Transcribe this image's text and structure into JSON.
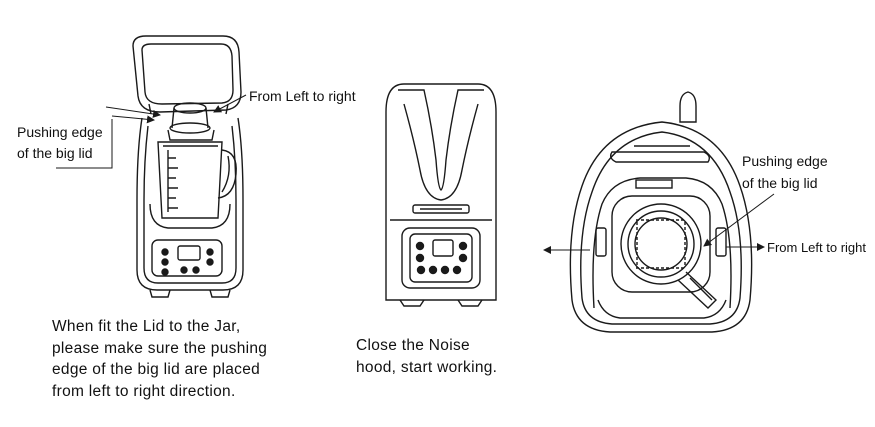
{
  "labels": {
    "left_direction": "From Left to right",
    "left_edge_line1": "Pushing edge",
    "left_edge_line2": "of the big lid",
    "right_edge_line1": "Pushing edge",
    "right_edge_line2": "of the big lid",
    "right_direction": "From Left to right"
  },
  "captions": {
    "fit_lid": [
      "When fit the Lid to the Jar,",
      "please make sure the pushing",
      "edge of the big lid are placed",
      "from left to right direction."
    ],
    "close_hood": [
      "Close the Noise",
      "hood, start working."
    ]
  },
  "colors": {
    "line": "#1a1a1a",
    "background": "#ffffff"
  }
}
